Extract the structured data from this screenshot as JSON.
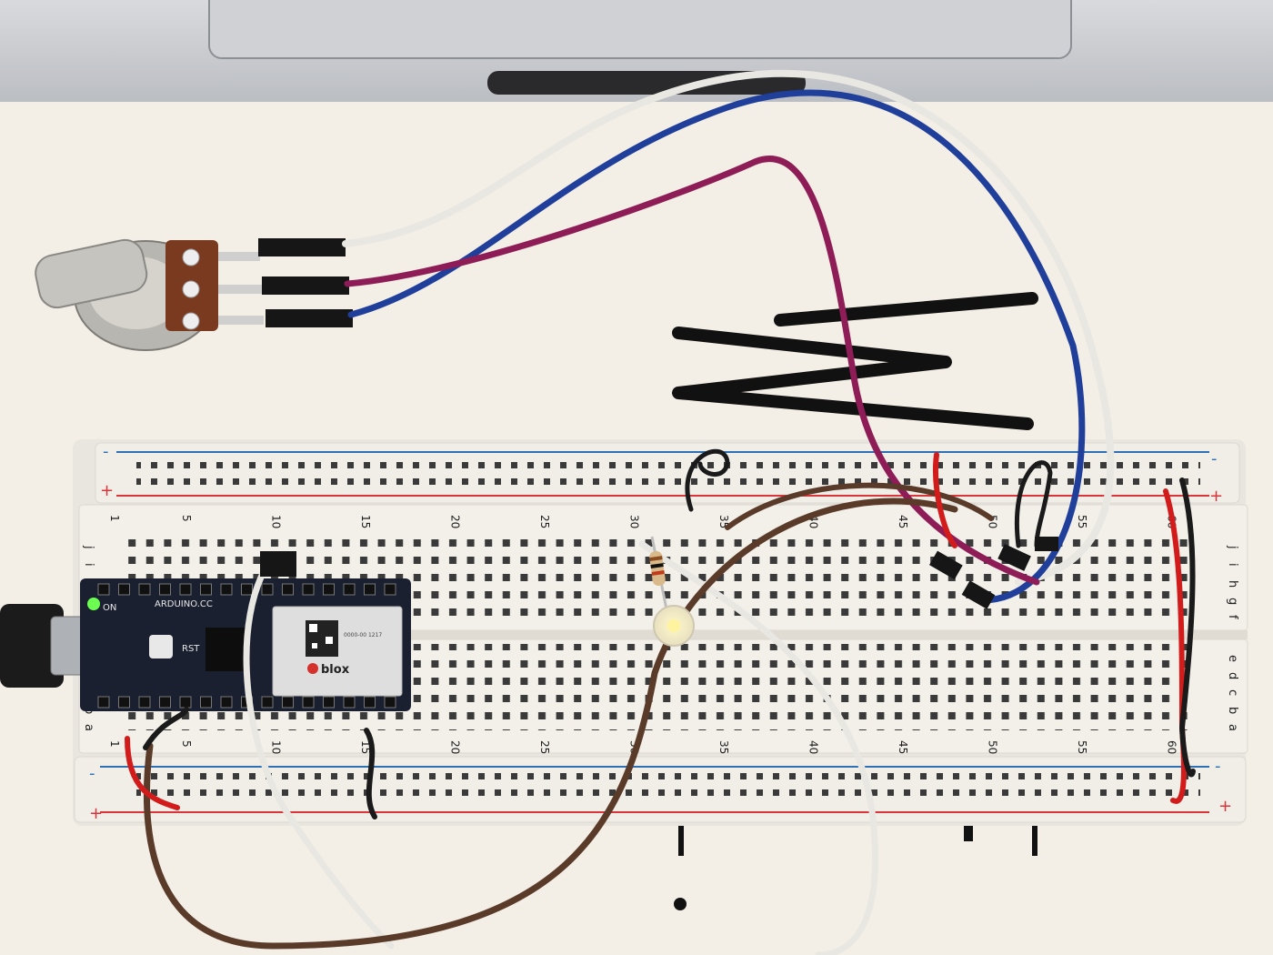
{
  "breadboard": {
    "numbers_top": [
      "1",
      "5",
      "10",
      "15",
      "20",
      "25",
      "30",
      "35",
      "40",
      "45",
      "50",
      "55",
      "60"
    ],
    "numbers_bottom": [
      "1",
      "5",
      "10",
      "15",
      "20",
      "25",
      "30",
      "35",
      "40",
      "45",
      "50",
      "55",
      "60"
    ],
    "rows_top": [
      "j",
      "i",
      "h",
      "g",
      "f"
    ],
    "rows_bottom": [
      "e",
      "d",
      "c",
      "b",
      "a"
    ],
    "rail_minus": "-",
    "rail_plus": "+"
  },
  "board": {
    "brand": "ARDUINO.CC",
    "on_label": "ON",
    "rst_label": "RST",
    "module_brand": "blox",
    "module_text": "0000-00 1217"
  },
  "colors": {
    "paper": "#f4efe6",
    "laptop": "#c9cbcf",
    "breadboard": "#efece5",
    "rail_red": "#d9353a",
    "rail_blue": "#2f6fb3",
    "wire_white": "#eceae4",
    "wire_blue": "#1f3f9a",
    "wire_magenta": "#8e1d57",
    "wire_brown": "#5a3b2a",
    "wire_red": "#d21c1c",
    "wire_black": "#1a1a1a",
    "pot_pcb": "#7a3a1f"
  }
}
